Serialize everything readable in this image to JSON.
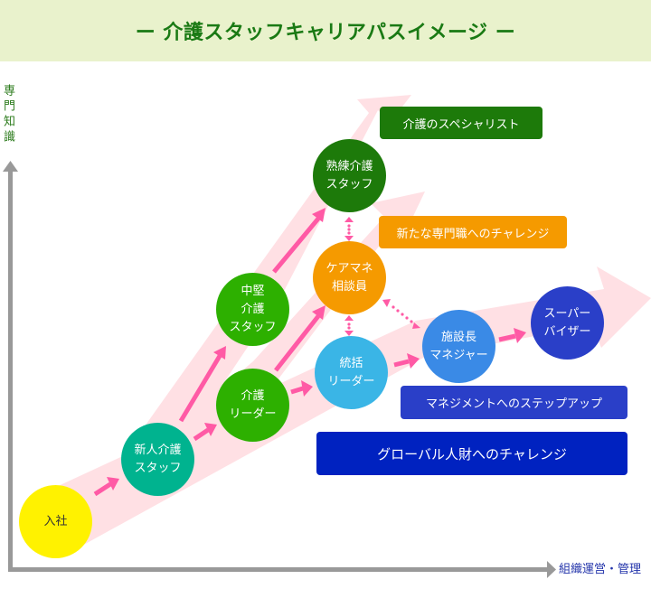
{
  "header": {
    "title": "ー 介護スタッフキャリアパスイメージ ー"
  },
  "axes": {
    "y_label": "専門知識",
    "x_label": "組織運営・管理"
  },
  "nodes": {
    "entry": {
      "label": "入社",
      "color": "#fff200",
      "text_color": "#333333"
    },
    "new_staff": {
      "label": "新人介護\nスタッフ",
      "color": "#00b38f"
    },
    "mid_staff": {
      "label": "中堅\n介護\nスタッフ",
      "color": "#2db000"
    },
    "care_leader": {
      "label": "介護\nリーダー",
      "color": "#2db000"
    },
    "expert_staff": {
      "label": "熟練介護\nスタッフ",
      "color": "#1d7a0a"
    },
    "care_manager": {
      "label": "ケアマネ\n相談員",
      "color": "#f59a00"
    },
    "general_leader": {
      "label": "統括\nリーダー",
      "color": "#3ab5e6"
    },
    "facility_manager": {
      "label": "施設長\nマネジャー",
      "color": "#3a8ae6"
    },
    "supervisor": {
      "label": "スーパー\nバイザー",
      "color": "#2a3fc8"
    }
  },
  "tags": {
    "specialist": {
      "label": "介護のスペシャリスト",
      "color": "#1d7a0a"
    },
    "new_profession": {
      "label": "新たな専門職へのチャレンジ",
      "color": "#f59a00"
    },
    "management": {
      "label": "マネジメントへのステップアップ",
      "color": "#2a3fc8"
    },
    "global": {
      "label": "グローバル人財へのチャレンジ",
      "color": "#0022c0"
    }
  },
  "colors": {
    "band": "#ffe0e4",
    "arrow": "#ff5aa5",
    "axis": "#999999"
  }
}
